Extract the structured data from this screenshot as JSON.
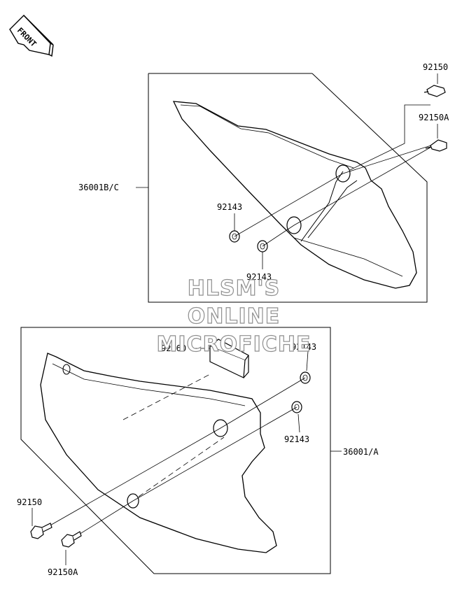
{
  "orientation_badge": {
    "text": "FRONT"
  },
  "watermark": {
    "line1": "HLSM'S",
    "line2": "ONLINE",
    "line3": "MICROFICHE"
  },
  "parts": {
    "upper": {
      "cover": "36001B/C",
      "bolt_top": "92150",
      "bolt_lower": "92150A",
      "washer_left": "92143",
      "washer_right": "92143"
    },
    "lower": {
      "cover": "36001/A",
      "pad": "92160",
      "washer_top": "92143",
      "washer_bottom": "92143",
      "bolt_top": "92150",
      "bolt_lower": "92150A"
    }
  }
}
